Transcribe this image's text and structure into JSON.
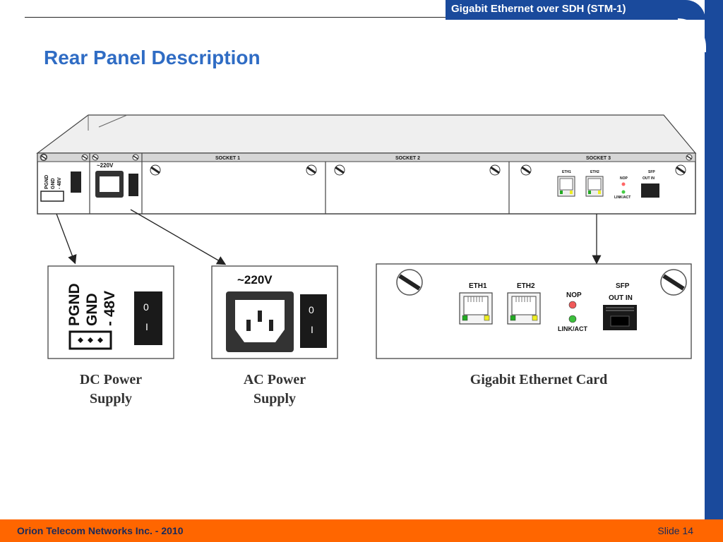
{
  "header": {
    "tab_title": "Gigabit Ethernet over SDH (STM-1)",
    "slide_title": "Rear Panel Description"
  },
  "rear_panel": {
    "power_labels": [
      "PGND",
      "GND",
      "- 48V"
    ],
    "ac_label": "~220V",
    "sockets": [
      "SOCKET 1",
      "SOCKET 2",
      "SOCKET 3"
    ],
    "card_ports": [
      "ETH1",
      "ETH2"
    ],
    "nop_label": "NOP",
    "link_label": "LINK/ACT",
    "sfp_label": "SFP",
    "sfp_out_in": "OUT   IN"
  },
  "details": {
    "dc_labels": [
      "PGND",
      "GND",
      "- 48V"
    ],
    "ac_label": "~220V",
    "switch_on": "0",
    "switch_off": "I",
    "card_eth1": "ETH1",
    "card_eth2": "ETH2",
    "card_nop": "NOP",
    "card_link": "LINK/ACT",
    "card_sfp": "SFP",
    "card_sfp_out_in": "OUT   IN"
  },
  "captions": {
    "dc_line1": "DC Power",
    "dc_line2": "Supply",
    "ac_line1": "AC Power",
    "ac_line2": "Supply",
    "card": "Gigabit Ethernet Card"
  },
  "footer": {
    "company": "Orion Telecom Networks Inc. - 2010",
    "slide": "Slide 14"
  },
  "colors": {
    "brand_blue": "#1a4a9c",
    "title_blue": "#2f6cc4",
    "footer_orange": "#ff6600"
  }
}
